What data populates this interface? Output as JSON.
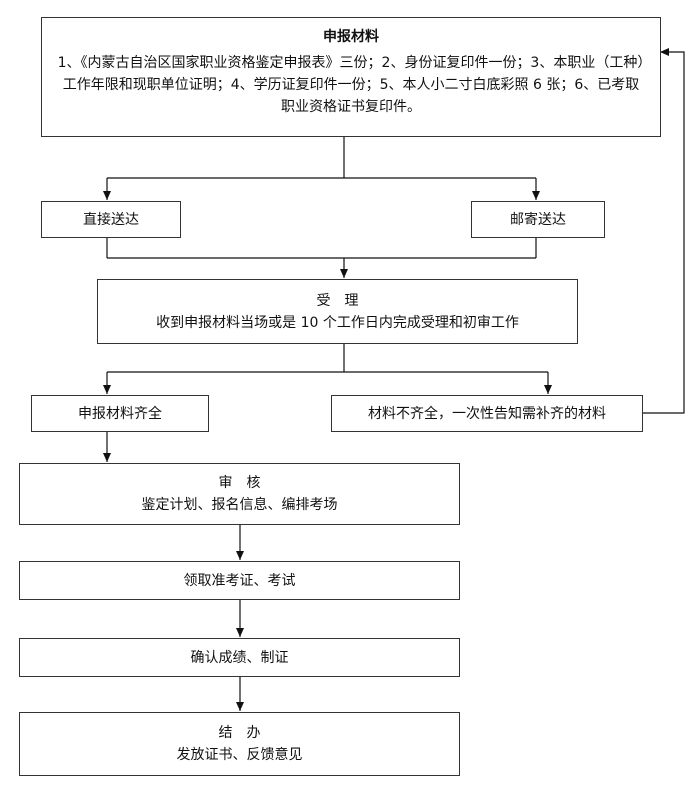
{
  "nodes": {
    "materials": {
      "title": "申报材料",
      "text": "1、《内蒙古自治区国家职业资格鉴定申报表》三份；2、身份证复印件一份；3、本职业（工种）工作年限和现职单位证明；4、学历证复印件一份；5、本人小二寸白底彩照 6 张；6、已考取职业资格证书复印件。"
    },
    "direct": {
      "label": "直接送达"
    },
    "mail": {
      "label": "邮寄送达"
    },
    "accept": {
      "title": "受　理",
      "text": "收到申报材料当场或是 10 个工作日内完成受理和初审工作"
    },
    "complete": {
      "label": "申报材料齐全"
    },
    "incomplete": {
      "label": "材料不齐全，一次性告知需补齐的材料"
    },
    "review": {
      "title": "审　核",
      "text": "鉴定计划、报名信息、编排考场"
    },
    "exam": {
      "label": "领取准考证、考试"
    },
    "cert": {
      "label": "确认成绩、制证"
    },
    "finish": {
      "title": "结　办",
      "text": "发放证书、反馈意见"
    }
  }
}
